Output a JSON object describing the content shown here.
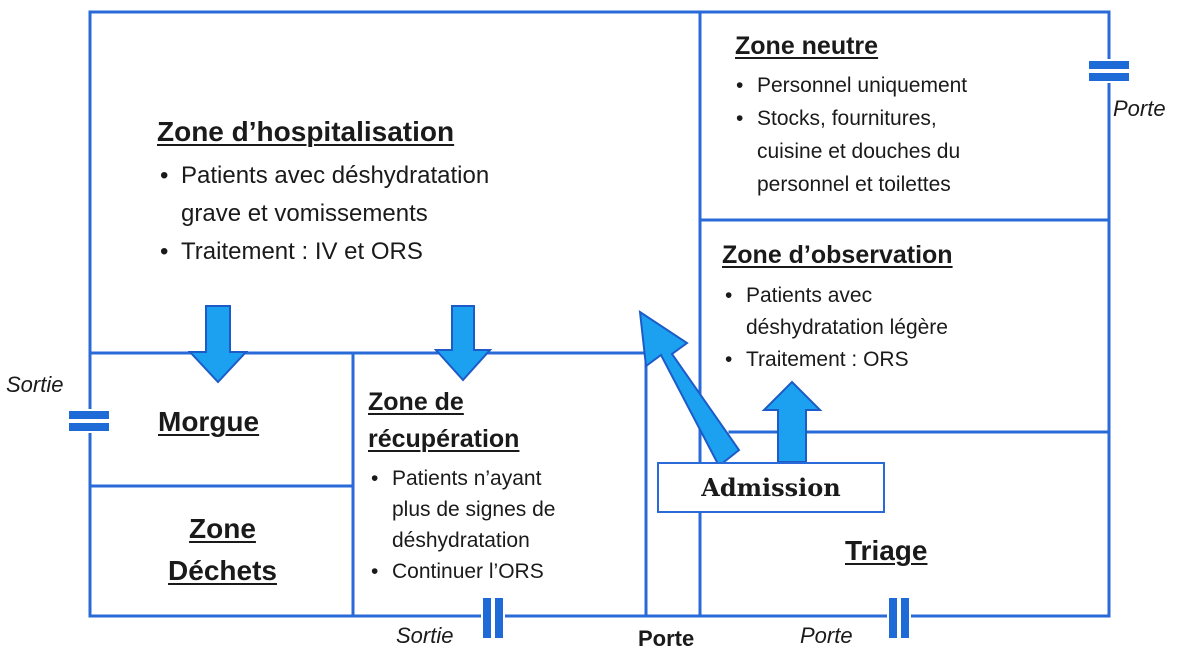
{
  "colors": {
    "wall": "#2a6ad8",
    "arrow_fill": "#1ba1f0",
    "arrow_stroke": "#1d5bc8",
    "door_fill": "#1e6ad6"
  },
  "zones": {
    "hospitalisation": {
      "title": "Zone d’hospitalisation",
      "bullets": [
        "Patients avec déshydratation",
        "grave et vomissements",
        "Traitement :  IV et ORS"
      ]
    },
    "neutre": {
      "title": "Zone neutre",
      "bullets": [
        "Personnel uniquement",
        "Stocks, fournitures,",
        "cuisine et douches du",
        "personnel et toilettes"
      ]
    },
    "observation": {
      "title": "Zone d’observation",
      "bullets": [
        "Patients avec",
        "déshydratation légère",
        "Traitement :  ORS"
      ]
    },
    "morgue": {
      "title": "Morgue"
    },
    "dechets": {
      "title_line1": "Zone",
      "title_line2": "Déchets"
    },
    "recuperation": {
      "title_line1": "Zone de",
      "title_line2": "récupération",
      "bullets": [
        "Patients n’ayant",
        "plus de signes de",
        "déshydratation",
        "Continuer l’ORS"
      ]
    },
    "triage": {
      "title": "Triage"
    },
    "admission": {
      "label": "Admission"
    }
  },
  "doors": {
    "sortie_left": "Sortie",
    "sortie_bottom": "Sortie",
    "porte_right_top": "Porte",
    "porte_bottom_center": "Porte",
    "porte_bottom_right": "Porte"
  }
}
